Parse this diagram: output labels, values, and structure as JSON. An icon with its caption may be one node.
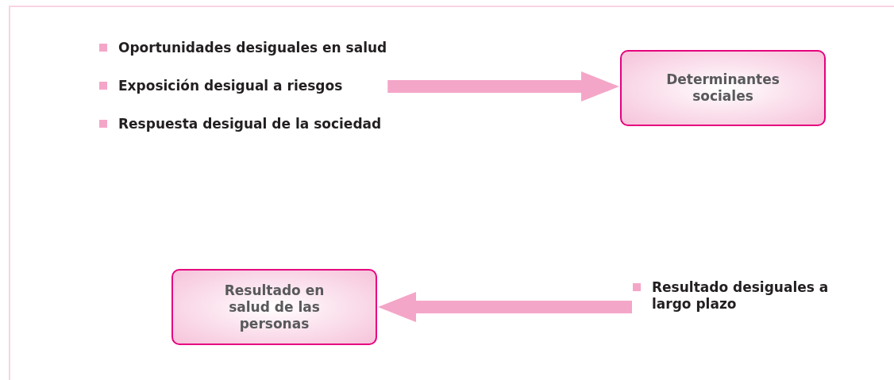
{
  "diagram": {
    "nodes": [
      {
        "text": [
          "Oportunidades desiguales en salud",
          "Exposición desigual a riesgos",
          "Respuesta desigual de la sociedad"
        ]
      },
      {
        "text": [
          "Determinantes sociales"
        ]
      },
      {
        "text": [
          "Resultado en salud de las personas"
        ]
      },
      {
        "text": [
          "Resultado desiguales a largo plazo"
        ]
      }
    ],
    "edges": [
      {
        "from": 0,
        "to": 1,
        "arrow": "to"
      },
      {
        "from": 3,
        "to": 2,
        "arrow": "to"
      }
    ]
  }
}
